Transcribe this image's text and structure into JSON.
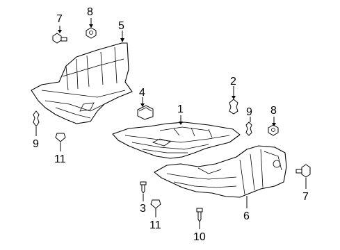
{
  "diagram": {
    "callouts": [
      {
        "id": "c7a",
        "label": "7"
      },
      {
        "id": "c8a",
        "label": "8"
      },
      {
        "id": "c5",
        "label": "5"
      },
      {
        "id": "c4",
        "label": "4"
      },
      {
        "id": "c2",
        "label": "2"
      },
      {
        "id": "c1",
        "label": "1"
      },
      {
        "id": "c9b",
        "label": "9"
      },
      {
        "id": "c8b",
        "label": "8"
      },
      {
        "id": "c9a",
        "label": "9"
      },
      {
        "id": "c11a",
        "label": "11"
      },
      {
        "id": "c3",
        "label": "3"
      },
      {
        "id": "c11b",
        "label": "11"
      },
      {
        "id": "c10",
        "label": "10"
      },
      {
        "id": "c6",
        "label": "6"
      },
      {
        "id": "c7b",
        "label": "7"
      }
    ]
  }
}
